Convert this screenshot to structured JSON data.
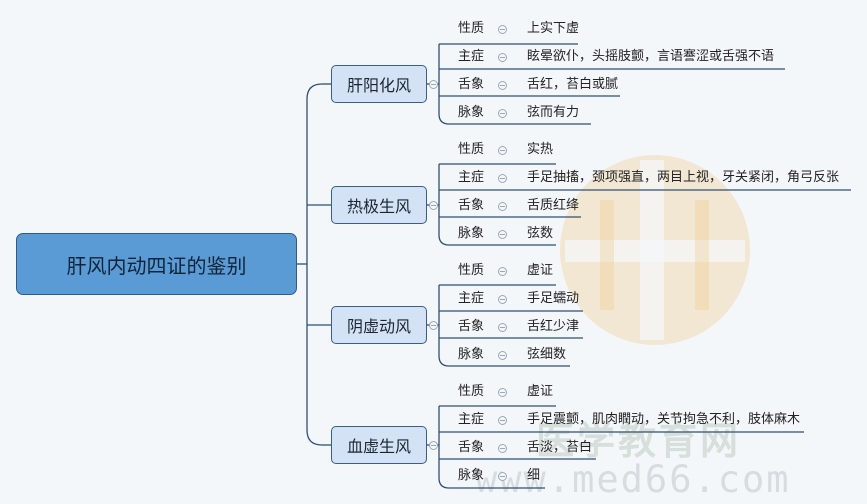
{
  "root": {
    "title": "肝风内动四证的鉴别"
  },
  "watermark": {
    "brand": "医学教育网",
    "url": "www.med66.com"
  },
  "branches": [
    {
      "name": "肝阳化风",
      "rows": [
        {
          "label": "性质",
          "value": "上实下虚"
        },
        {
          "label": "主症",
          "value": "眩晕欲仆，头摇肢颤，言语謇涩或舌强不语"
        },
        {
          "label": "舌象",
          "value": "舌红，苔白或腻"
        },
        {
          "label": "脉象",
          "value": "弦而有力"
        }
      ]
    },
    {
      "name": "热极生风",
      "rows": [
        {
          "label": "性质",
          "value": "实热"
        },
        {
          "label": "主症",
          "value": "手足抽搐，颈项强直，两目上视，牙关紧闭，角弓反张"
        },
        {
          "label": "舌象",
          "value": "舌质红绛"
        },
        {
          "label": "脉象",
          "value": "弦数"
        }
      ]
    },
    {
      "name": "阴虚动风",
      "rows": [
        {
          "label": "性质",
          "value": "虚证"
        },
        {
          "label": "主症",
          "value": "手足蠕动"
        },
        {
          "label": "舌象",
          "value": "舌红少津"
        },
        {
          "label": "脉象",
          "value": "弦细数"
        }
      ]
    },
    {
      "name": "血虚生风",
      "rows": [
        {
          "label": "性质",
          "value": "虚证"
        },
        {
          "label": "主症",
          "value": "手足震颤，肌肉瞤动，关节拘急不利，肢体麻木"
        },
        {
          "label": "舌象",
          "value": "舌淡，苔白"
        },
        {
          "label": "脉象",
          "value": "细"
        }
      ]
    }
  ]
}
